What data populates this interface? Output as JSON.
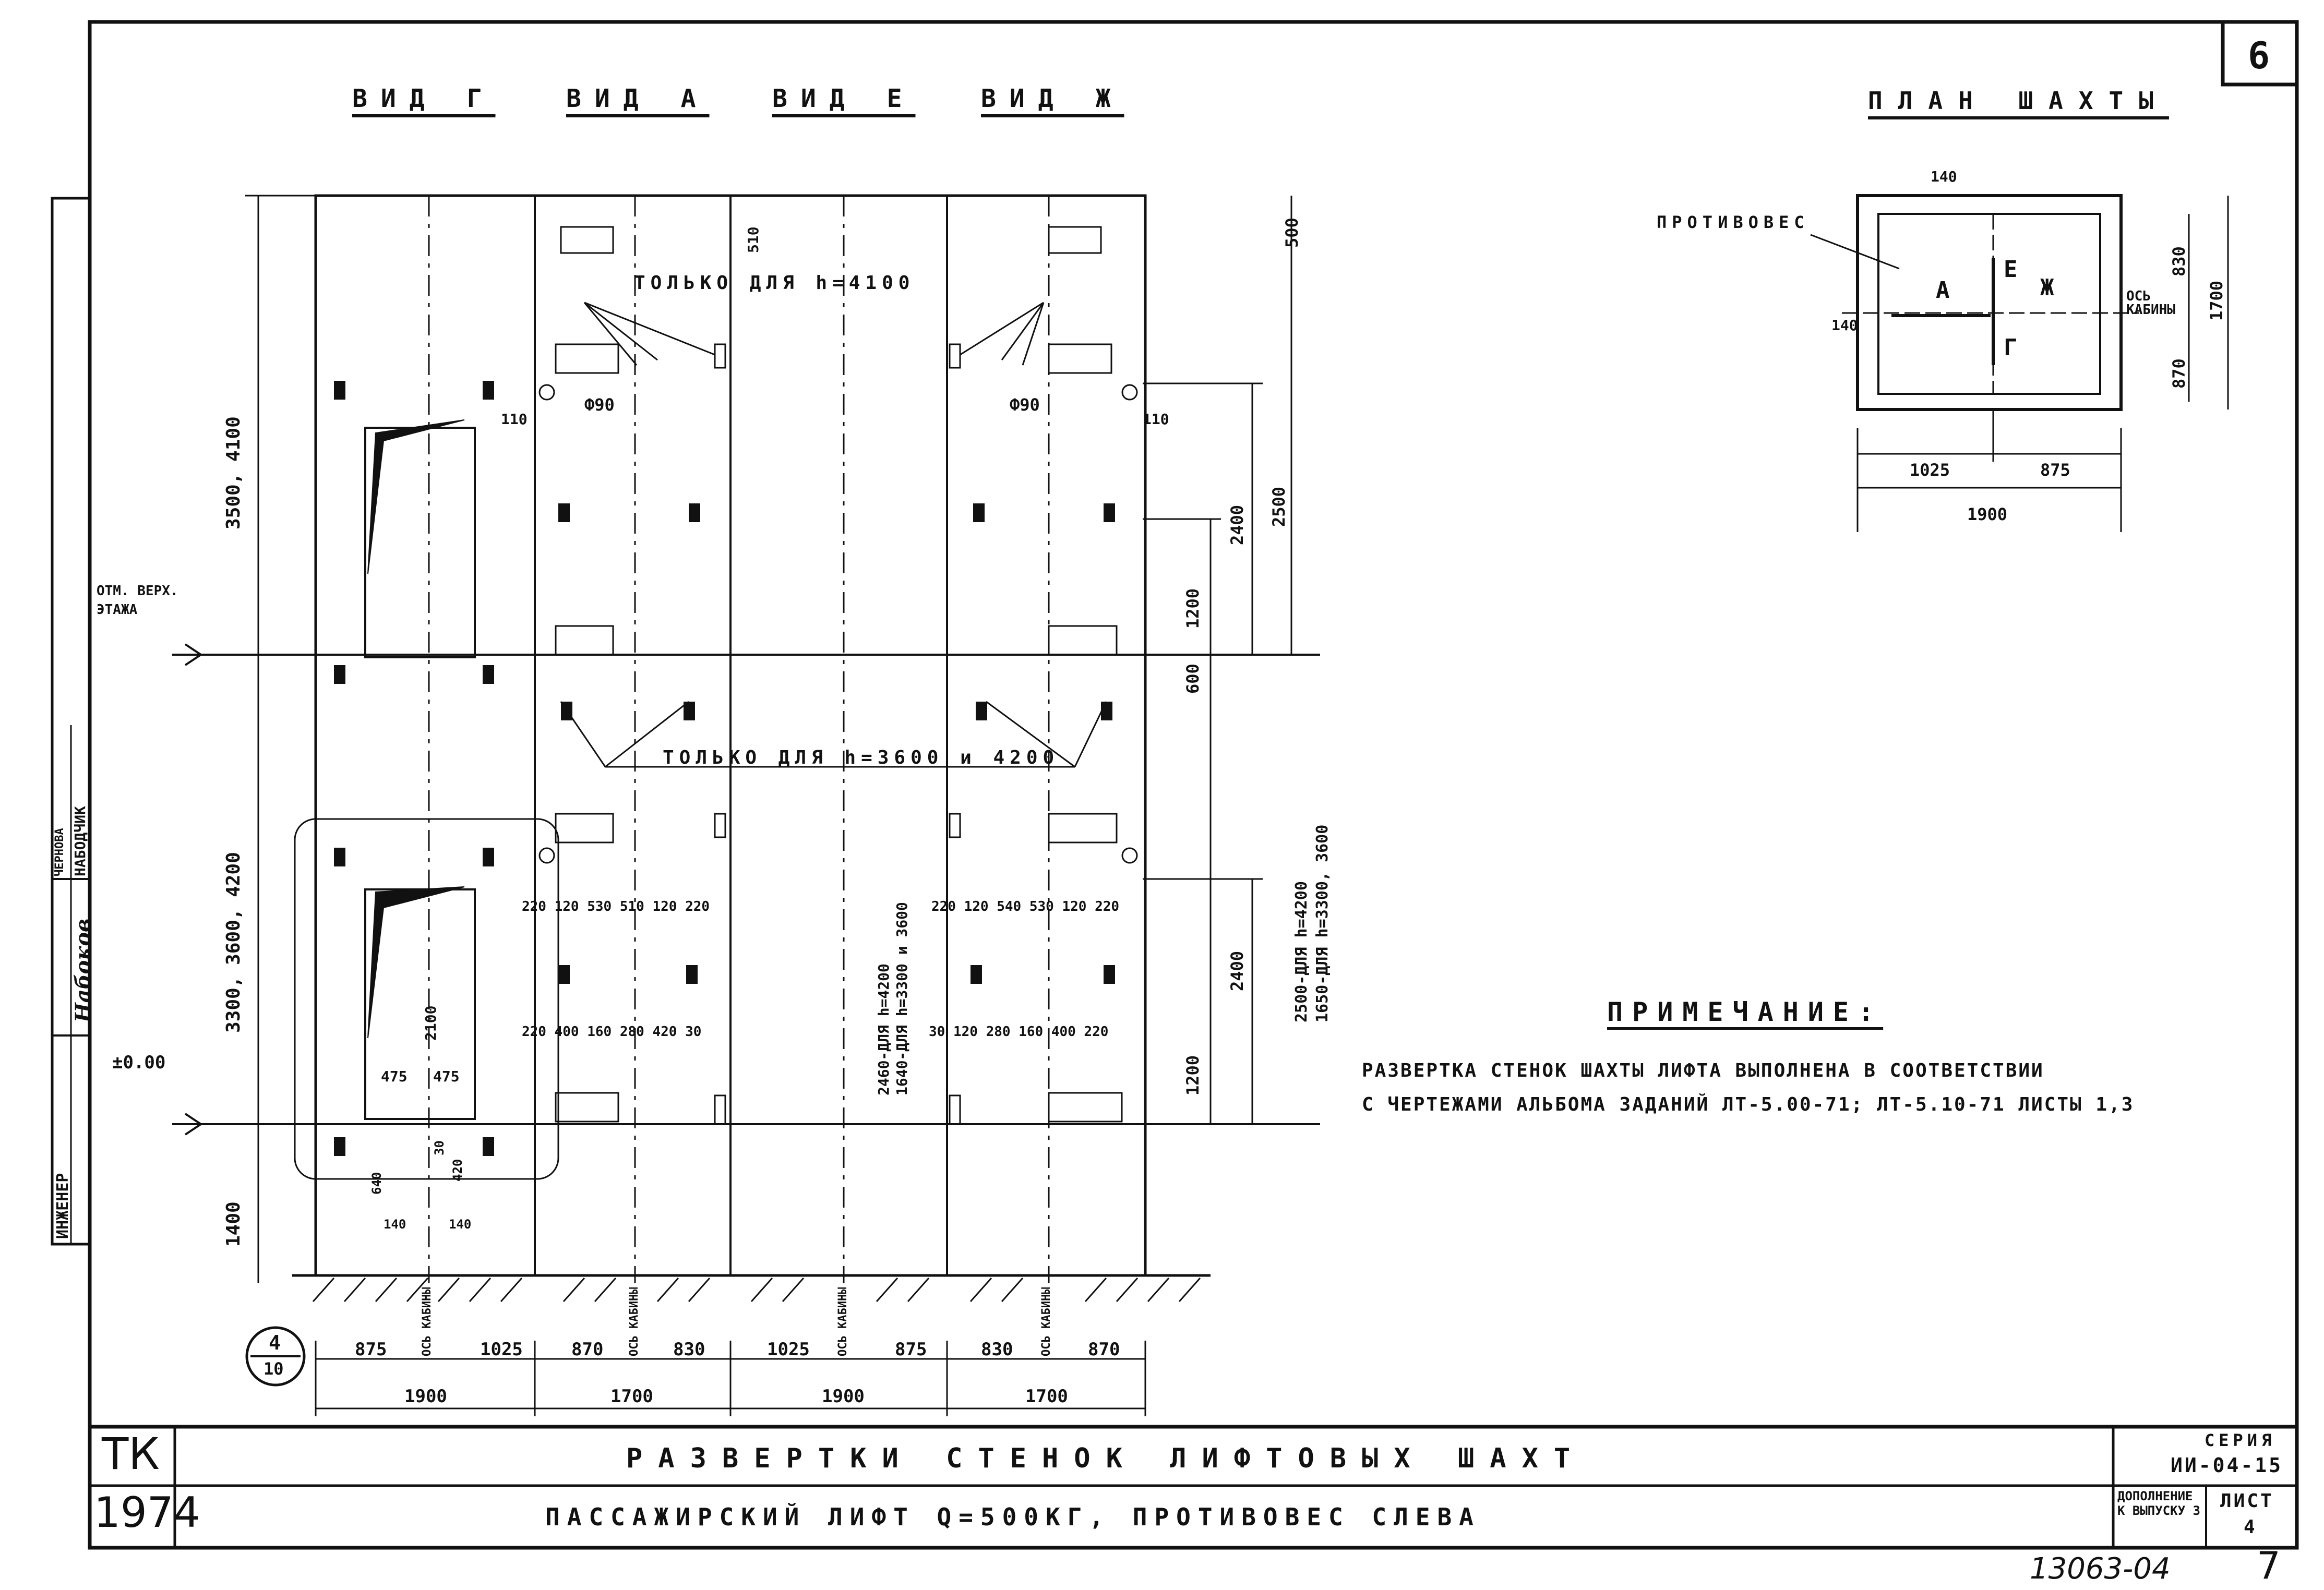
{
  "sheet_number_box": "6",
  "views": {
    "g": "ВИД Г",
    "a": "ВИД А",
    "e": "ВИД Е",
    "zh": "ВИД Ж"
  },
  "plan": {
    "title": "ПЛАН ШАХТЫ",
    "counterweight": "ПРОТИВОВЕС",
    "letter_a": "А",
    "letter_e": "Е",
    "letter_zh": "Ж",
    "letter_g": "Г",
    "axis_cabin": "ОСЬ КАБИНЫ",
    "dim_140_top": "140",
    "dim_140_left": "140",
    "dim_830": "830",
    "dim_870": "870",
    "dim_1700": "1700",
    "dim_1025": "1025",
    "dim_875": "875",
    "dim_1900": "1900"
  },
  "drawing": {
    "only_4100": "ТОЛЬКО ДЛЯ h=4100",
    "only_3600_4200": "ТОЛЬКО ДЛЯ h=3600 и 4200",
    "floor_mark": "ОТМ. ВЕРХ. ЭТАЖА",
    "zero_mark": "±0.00",
    "phi90_left": "Ф90",
    "phi90_right": "Ф90",
    "d110_left": "110",
    "d110_right": "110",
    "d510": "510",
    "d500": "500",
    "d2400_top": "2400",
    "d2500": "2500",
    "d1200_top": "1200",
    "d600": "600",
    "d2400_bot": "2400",
    "d1200_bot": "1200",
    "d3500_4100": "3500, 4100",
    "d3300_3600_4200": "3300, 3600, 4200",
    "d1400": "1400",
    "d2500_long": "2500-ДЛЯ h=4200",
    "d1650_long": "1650-ДЛЯ h=3300, 3600",
    "d2460_long": "2460-ДЛЯ h=4200",
    "d1640_long": "1640-ДЛЯ h=3300 и 3600",
    "row_a_top": "220  120 530    510 120 220",
    "row_zh_top": "220  120 540     530 120 220",
    "row_a_bot": "220   400 160 280     420   30",
    "row_zh_bot": "30  120      280 160 400 220",
    "d2100": "2100",
    "d475a": "475",
    "d475b": "475",
    "d640": "640",
    "d30": "30",
    "d420": "420",
    "d140a": "140",
    "d140b": "140",
    "bottom_dims": [
      "875",
      "1025",
      "870",
      "830",
      "1025",
      "875",
      "830",
      "870"
    ],
    "axis_labels": [
      "ОСЬ КАБИНЫ",
      "ОСЬ КАБИНЫ",
      "ОСЬ КАБИНЫ",
      "ОСЬ КАБИНЫ"
    ],
    "total_dims": [
      "1900",
      "1700",
      "1900",
      "1700"
    ],
    "callout_top": "4",
    "callout_bottom": "10"
  },
  "note": {
    "title": "ПРИМЕЧАНИЕ:",
    "line1": "РАЗВЕРТКА СТЕНОК ШАХТЫ ЛИФТА ВЫПОЛНЕНА В СООТВЕТСТВИИ",
    "line2": "С ЧЕРТЕЖАМИ АЛЬБОМА ЗАДАНИЙ ЛТ-5.00-71; ЛТ-5.10-71 ЛИСТЫ 1,3"
  },
  "side_stamp": {
    "engineer_label": "ИНЖЕНЕР",
    "engineer_name": "Набоков",
    "checker_label": "НАБОДЧИК",
    "checker_name": "ЧЕРНОВА"
  },
  "title_block": {
    "org": "ТК",
    "year": "1974",
    "title": "РАЗВЕРТКИ СТЕНОК ЛИФТОВЫХ ШАХТ",
    "subtitle": "ПАССАЖИРСКИЙ ЛИФТ Q=500КГ, ПРОТИВОВЕС СЛЕВА",
    "series_label": "СЕРИЯ",
    "series_value": "ИИ-04-15",
    "addition_label": "ДОПОЛНЕНИЕ К ВЫПУСКУ 3",
    "sheet_label": "ЛИСТ",
    "sheet_value": "4"
  },
  "footer": {
    "doc_number": "13063-04",
    "page_number": "7"
  }
}
